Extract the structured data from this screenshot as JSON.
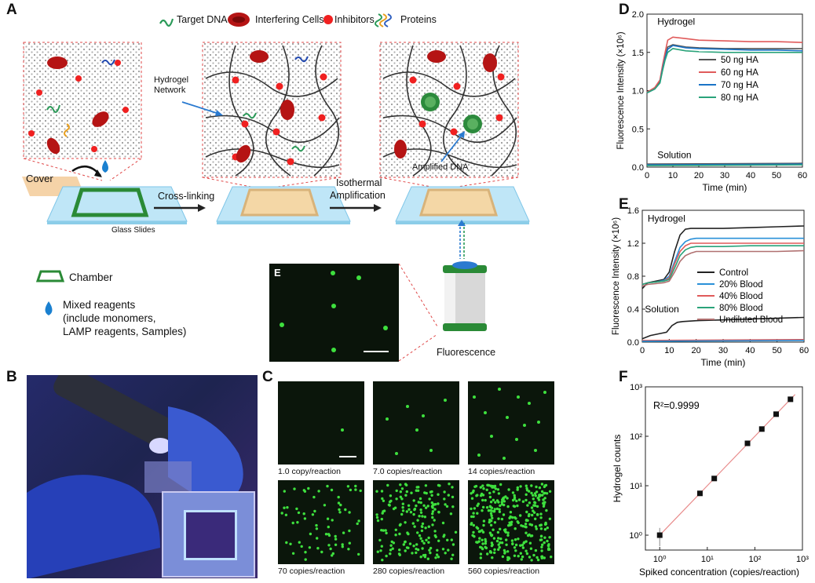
{
  "panels": {
    "A": "A",
    "B": "B",
    "C": "C",
    "D": "D",
    "E": "E",
    "F": "F"
  },
  "legend_a": {
    "target_dna": "Target DNA",
    "interfering_cells": "Interfering Cells",
    "inhibitors": "Inhibitors",
    "proteins": "Proteins"
  },
  "schematic": {
    "cover": "Cover",
    "hydrogel_network_1": "Hydrogel",
    "hydrogel_network_2": "Network",
    "cross_linking": "Cross-linking",
    "isothermal_1": "Isothermal",
    "isothermal_2": "Amplification",
    "glass_slides": "Glass Slides",
    "amplified_dna": "Amplified DNA",
    "chamber": "Chamber",
    "mixed_1": "Mixed reagents",
    "mixed_2": "(include monomers,",
    "mixed_3": "LAMP reagents, Samples)",
    "fluorescence": "Fluorescence",
    "inset_letter": "E"
  },
  "panel_c": {
    "captions": [
      "1.0 copy/reaction",
      "7.0 copies/reaction",
      "14 copies/reaction",
      "70 copies/reaction",
      "280 copies/reaction",
      "560 copies/reaction"
    ]
  },
  "chart_data": [
    {
      "type": "line",
      "panel": "D",
      "xlabel": "Time (min)",
      "ylabel": "Fluorescence Intensity (×10⁶)",
      "xlim": [
        0,
        60
      ],
      "ylim": [
        0,
        2.0
      ],
      "xticks": [
        0,
        10,
        20,
        30,
        40,
        50,
        60
      ],
      "yticks": [
        0.0,
        0.5,
        1.0,
        1.5,
        2.0
      ],
      "xtick_labels": [
        "0",
        "10",
        "20",
        "30",
        "40",
        "50",
        "60"
      ],
      "ytick_labels": [
        "0.0",
        "0.5",
        "1.0",
        "1.5",
        "2.0"
      ],
      "annotations": [
        "Hydrogel",
        "Solution"
      ],
      "legend_position": "right",
      "series": [
        {
          "name": "50 ng HA",
          "color": "#555555",
          "x": [
            0,
            3,
            5,
            6,
            7,
            8,
            10,
            15,
            20,
            30,
            40,
            50,
            60
          ],
          "y": [
            0.98,
            1.03,
            1.12,
            1.3,
            1.45,
            1.57,
            1.6,
            1.57,
            1.56,
            1.55,
            1.55,
            1.55,
            1.55
          ]
        },
        {
          "name": "60 ng HA",
          "color": "#e05a5a",
          "x": [
            0,
            3,
            5,
            6,
            7,
            8,
            10,
            15,
            20,
            30,
            40,
            50,
            60
          ],
          "y": [
            0.98,
            1.04,
            1.14,
            1.33,
            1.5,
            1.66,
            1.7,
            1.68,
            1.66,
            1.65,
            1.64,
            1.64,
            1.63
          ]
        },
        {
          "name": "70 ng HA",
          "color": "#1a73c7",
          "x": [
            0,
            3,
            5,
            6,
            7,
            8,
            10,
            15,
            20,
            30,
            40,
            50,
            60
          ],
          "y": [
            0.97,
            1.02,
            1.1,
            1.28,
            1.43,
            1.54,
            1.59,
            1.56,
            1.55,
            1.54,
            1.53,
            1.53,
            1.52
          ]
        },
        {
          "name": "80 ng HA",
          "color": "#2aa37a",
          "x": [
            0,
            3,
            5,
            6,
            7,
            8,
            10,
            15,
            20,
            30,
            40,
            50,
            60
          ],
          "y": [
            0.97,
            1.02,
            1.1,
            1.26,
            1.4,
            1.5,
            1.55,
            1.52,
            1.51,
            1.5,
            1.5,
            1.5,
            1.5
          ]
        },
        {
          "name": "",
          "color": "#555555",
          "x": [
            0,
            60
          ],
          "y": [
            0.04,
            0.05
          ]
        },
        {
          "name": "",
          "color": "#1a73c7",
          "x": [
            0,
            60
          ],
          "y": [
            0.03,
            0.04
          ]
        },
        {
          "name": "",
          "color": "#2aa37a",
          "x": [
            0,
            60
          ],
          "y": [
            0.02,
            0.03
          ]
        }
      ]
    },
    {
      "type": "line",
      "panel": "E",
      "xlabel": "Time (min)",
      "ylabel": "Fluorescence Intensity (×10⁶)",
      "xlim": [
        0,
        60
      ],
      "ylim": [
        0,
        1.6
      ],
      "xticks": [
        0,
        10,
        20,
        30,
        40,
        50,
        60
      ],
      "yticks": [
        0.0,
        0.4,
        0.8,
        1.2,
        1.6
      ],
      "xtick_labels": [
        "0",
        "10",
        "20",
        "30",
        "40",
        "50",
        "60"
      ],
      "ytick_labels": [
        "0.0",
        "0.4",
        "0.8",
        "1.2",
        "1.6"
      ],
      "annotations": [
        "Hydrogel",
        "Solution"
      ],
      "legend_position": "right",
      "series": [
        {
          "name": "Control",
          "color": "#222222",
          "x": [
            0,
            2,
            5,
            8,
            10,
            12,
            14,
            16,
            18,
            20,
            25,
            30,
            40,
            50,
            60
          ],
          "y": [
            0.65,
            0.72,
            0.74,
            0.76,
            0.85,
            1.1,
            1.3,
            1.37,
            1.38,
            1.38,
            1.38,
            1.38,
            1.39,
            1.4,
            1.41
          ]
        },
        {
          "name": "20% Blood",
          "color": "#2a90d8",
          "x": [
            0,
            2,
            5,
            8,
            10,
            12,
            14,
            16,
            18,
            20,
            25,
            30,
            40,
            50,
            60
          ],
          "y": [
            0.7,
            0.72,
            0.73,
            0.75,
            0.8,
            0.98,
            1.15,
            1.22,
            1.25,
            1.26,
            1.26,
            1.26,
            1.26,
            1.26,
            1.26
          ]
        },
        {
          "name": "40% Blood",
          "color": "#e05a5a",
          "x": [
            0,
            2,
            5,
            8,
            10,
            12,
            14,
            16,
            18,
            20,
            25,
            30,
            40,
            50,
            60
          ],
          "y": [
            0.7,
            0.72,
            0.73,
            0.74,
            0.78,
            0.95,
            1.1,
            1.17,
            1.2,
            1.2,
            1.2,
            1.2,
            1.2,
            1.2,
            1.2
          ]
        },
        {
          "name": "80% Blood",
          "color": "#2aa37a",
          "x": [
            0,
            2,
            5,
            8,
            10,
            12,
            14,
            16,
            18,
            20,
            25,
            30,
            40,
            50,
            60
          ],
          "y": [
            0.7,
            0.72,
            0.73,
            0.74,
            0.76,
            0.9,
            1.05,
            1.12,
            1.15,
            1.16,
            1.16,
            1.16,
            1.17,
            1.17,
            1.17
          ]
        },
        {
          "name": "Undiluted Blood",
          "color": "#b07070",
          "x": [
            0,
            2,
            5,
            8,
            10,
            12,
            14,
            16,
            18,
            20,
            25,
            30,
            40,
            50,
            60
          ],
          "y": [
            0.68,
            0.7,
            0.71,
            0.72,
            0.74,
            0.85,
            0.98,
            1.05,
            1.08,
            1.1,
            1.1,
            1.1,
            1.1,
            1.1,
            1.11
          ]
        },
        {
          "name": "",
          "color": "#222222",
          "x": [
            0,
            3,
            6,
            9,
            11,
            13,
            15,
            20,
            30,
            40,
            50,
            60
          ],
          "y": [
            0.04,
            0.08,
            0.1,
            0.12,
            0.2,
            0.24,
            0.25,
            0.26,
            0.27,
            0.28,
            0.29,
            0.3
          ]
        },
        {
          "name": "",
          "color": "#e05a5a",
          "x": [
            0,
            60
          ],
          "y": [
            0.02,
            0.03
          ]
        },
        {
          "name": "",
          "color": "#2a90d8",
          "x": [
            0,
            60
          ],
          "y": [
            0.01,
            0.02
          ]
        }
      ]
    },
    {
      "type": "scatter",
      "panel": "F",
      "xlabel": "Spiked concentration (copies/reaction)",
      "ylabel": "Hydrogel counts",
      "xscale": "log",
      "yscale": "log",
      "xlim": [
        0.5,
        1000
      ],
      "ylim": [
        0.5,
        1000
      ],
      "xticks": [
        1,
        10,
        100,
        1000
      ],
      "yticks": [
        1,
        10,
        100,
        1000
      ],
      "xtick_labels": [
        "10⁰",
        "10¹",
        "10²",
        "10³"
      ],
      "ytick_labels": [
        "10⁰",
        "10¹",
        "10²",
        "10³"
      ],
      "annotation": "R²=0.9999",
      "points": {
        "x": [
          1,
          7,
          14,
          70,
          140,
          280,
          560
        ],
        "y": [
          1,
          7,
          14,
          72,
          140,
          280,
          560
        ]
      },
      "fit": {
        "x": [
          0.9,
          700
        ],
        "y": [
          0.9,
          700
        ],
        "color": "#e88a8a"
      }
    }
  ]
}
